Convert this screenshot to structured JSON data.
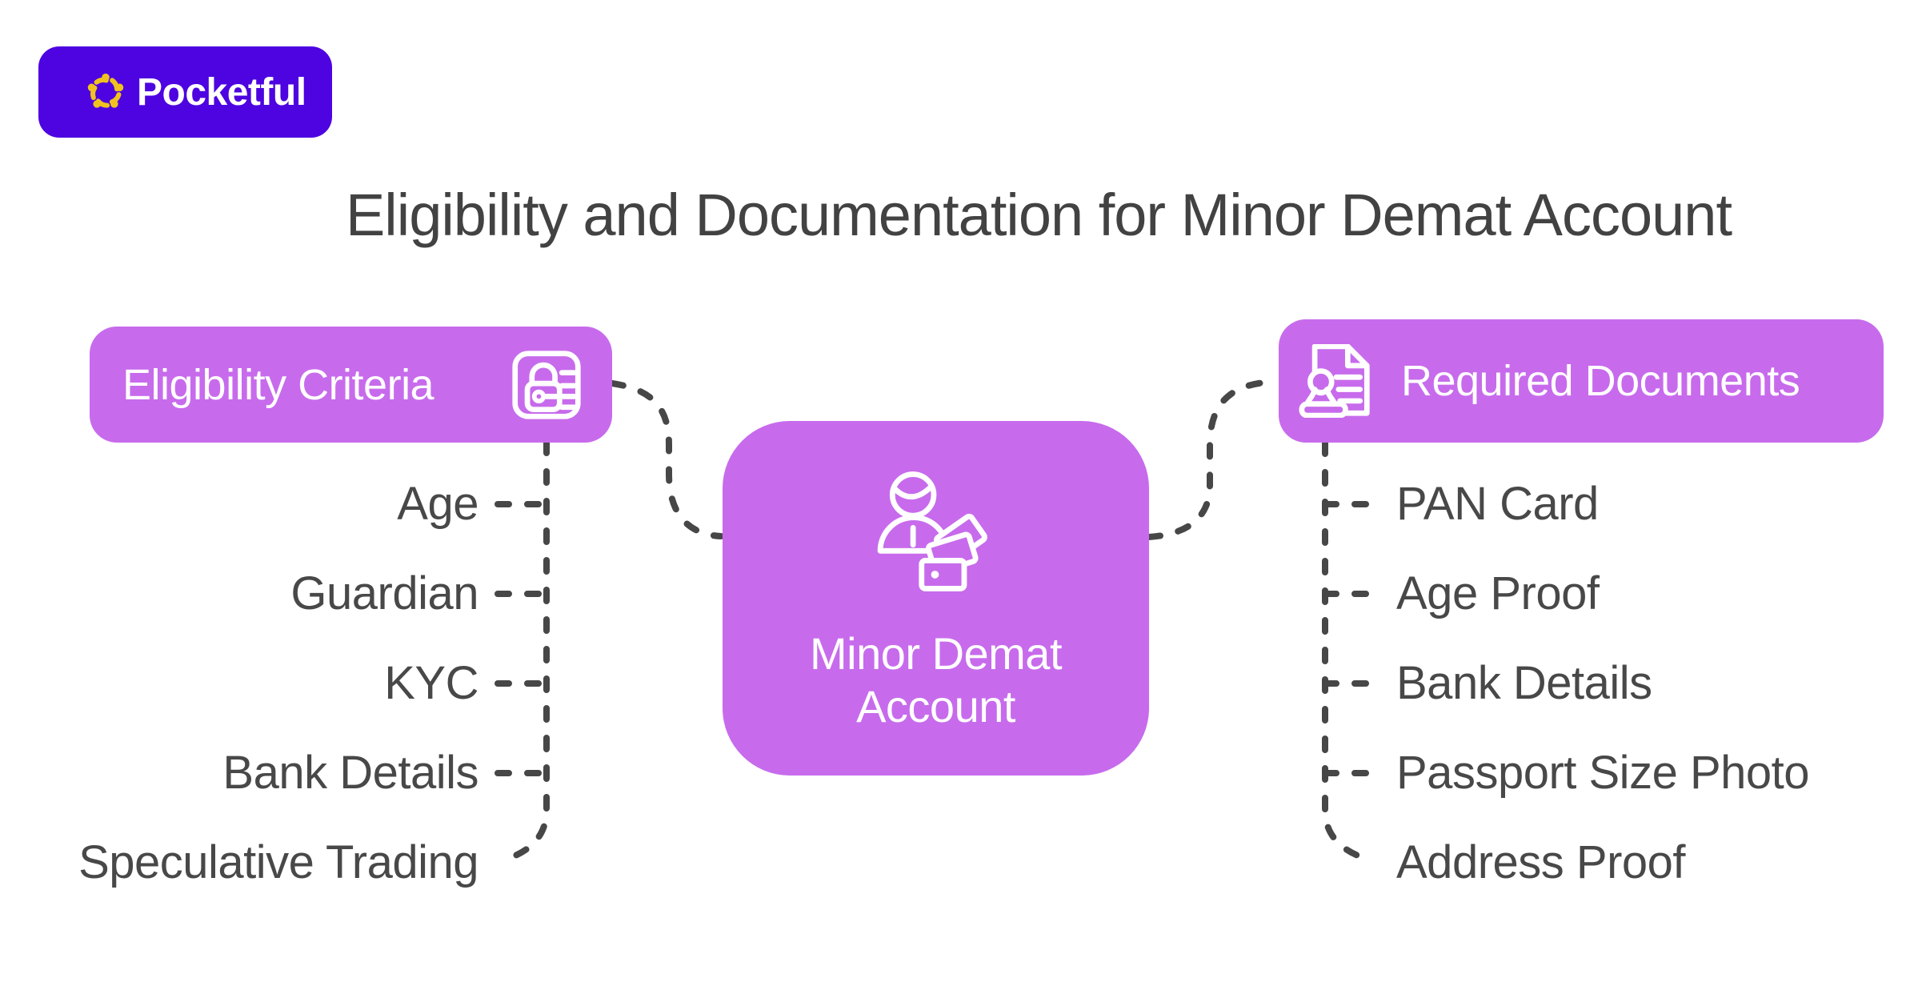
{
  "brand": {
    "name": "Pocketful"
  },
  "title": "Eligibility and Documentation for Minor Demat Account",
  "colors": {
    "accent_purple": "#c76bec",
    "logo_purple": "#4d04e0",
    "logo_mark_yellow": "#f0c220",
    "connector_gray": "#474747",
    "title_gray": "#424242",
    "item_text_gray": "#484848",
    "box_text": "#ffffff",
    "background": "#ffffff"
  },
  "left_panel": {
    "header": "Eligibility Criteria",
    "icon": "lock-document-icon",
    "items": [
      "Age",
      "Guardian",
      "KYC",
      "Bank Details",
      "Speculative Trading"
    ]
  },
  "center_node": {
    "label": "Minor Demat Account",
    "icon": "person-with-cards-icon"
  },
  "right_panel": {
    "header": "Required Documents",
    "icon": "stamp-document-icon",
    "items": [
      "PAN Card",
      "Age Proof",
      "Bank Details",
      "Passport Size Photo",
      "Address Proof"
    ]
  }
}
